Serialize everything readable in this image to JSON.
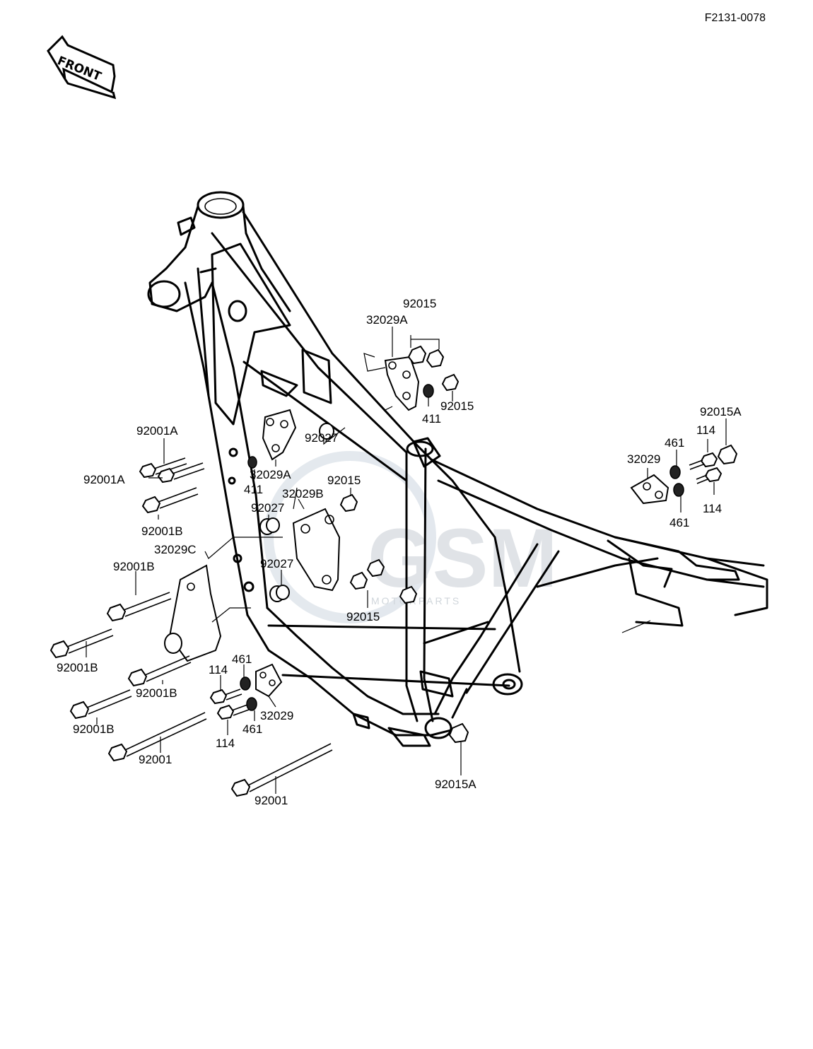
{
  "doc_code": "F2131-0078",
  "front_label": "FRONT",
  "watermark": {
    "main": "GSM",
    "sub": "MOTORPARTS"
  },
  "labels": {
    "p92015_top": "92015",
    "p32029A_top": "32029A",
    "p92015_mid": "92015",
    "p411_top": "411",
    "p92015A_right": "92015A",
    "p461_right_top": "461",
    "p114_right_top": "114",
    "p32029_right": "32029",
    "p114_right_bot": "114",
    "p461_right_bot": "461",
    "p92001A_1": "92001A",
    "p92001A_2": "92001A",
    "p92027_1": "92027",
    "p32029A_mid": "32029A",
    "p411_mid": "411",
    "p92015_c": "92015",
    "p92001B_1": "92001B",
    "p92027_2": "92027",
    "p32029B": "32029B",
    "p32029C": "32029C",
    "p92001B_2": "92001B",
    "p92027_3": "92027",
    "p92015_d": "92015",
    "p92001B_3": "92001B",
    "p92001B_4": "92001B",
    "p461_low": "461",
    "p114_low_1": "114",
    "p32029_low": "32029",
    "p92001B_5": "92001B",
    "p114_low_2": "114",
    "p461_low_2": "461",
    "p92001_1": "92001",
    "p92001_2": "92001",
    "p92015A_bottom": "92015A"
  }
}
